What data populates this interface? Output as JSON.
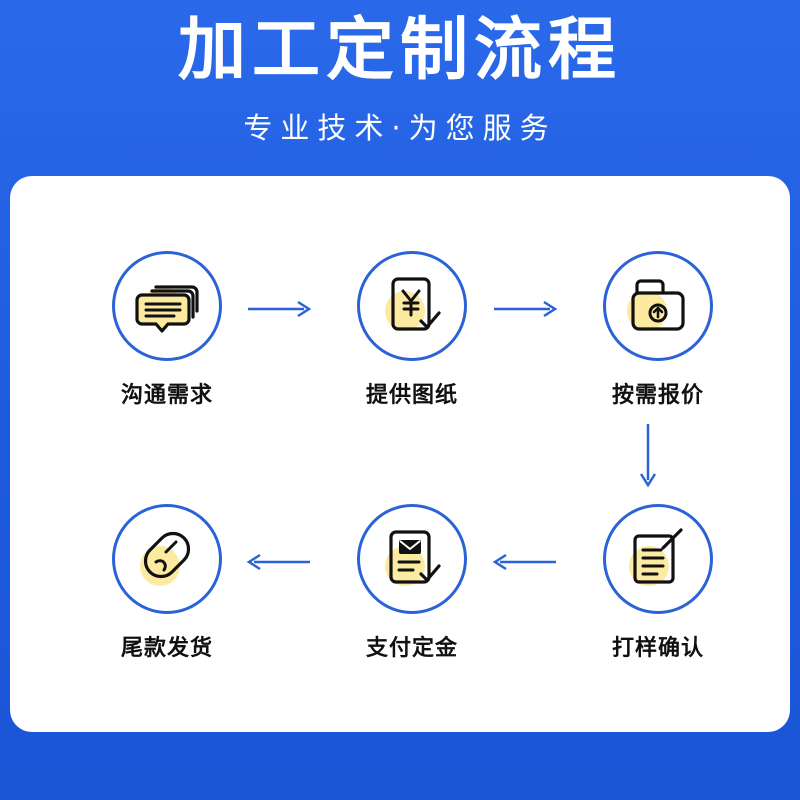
{
  "header": {
    "title": "加工定制流程",
    "subtitle": "专业技术·为您服务"
  },
  "colors": {
    "background": "#1f5fe0",
    "accent": "#2b63d6",
    "icon_highlight": "#fbeaa0",
    "icon_stroke": "#111111"
  },
  "steps": [
    {
      "label": "沟通需求",
      "icon": "chat-bubbles-icon"
    },
    {
      "label": "提供图纸",
      "icon": "yuan-document-icon"
    },
    {
      "label": "按需报价",
      "icon": "upload-folder-icon"
    },
    {
      "label": "打样确认",
      "icon": "edit-note-icon"
    },
    {
      "label": "支付定金",
      "icon": "envelope-document-icon"
    },
    {
      "label": "尾款发货",
      "icon": "package-icon"
    }
  ]
}
